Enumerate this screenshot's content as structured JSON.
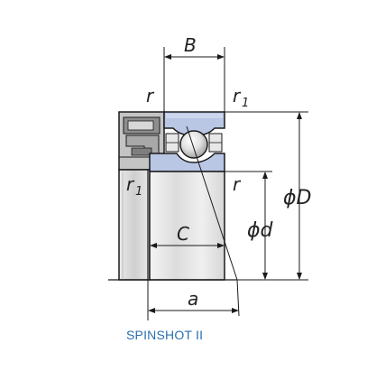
{
  "labels": {
    "B": "B",
    "r_top": "r",
    "r1_top": "r",
    "r1_top_sub": "1",
    "r1_left": "r",
    "r1_left_sub": "1",
    "r_right": "r",
    "phi_D": "ϕD",
    "phi_d": "ϕd",
    "C": "C",
    "a": "a"
  },
  "caption": "SPINSHOT II",
  "colors": {
    "line": "#1a1a1a",
    "blue_ring": "#b9c6e4",
    "gray_ring": "#c8c8c8",
    "bore_light": "#e8e8e8",
    "bore_mid": "#d2d2d2",
    "caption": "#2a6fb0"
  }
}
